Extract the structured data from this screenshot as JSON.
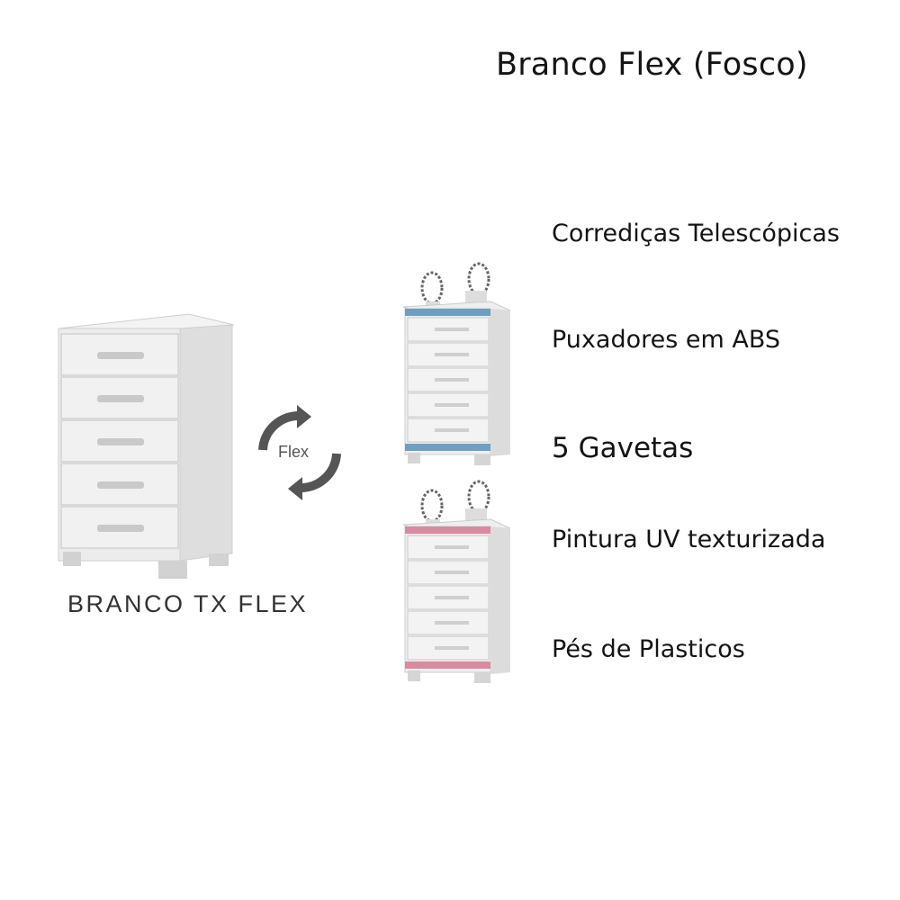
{
  "header": {
    "title": "Branco Flex (Fosco)"
  },
  "main_product": {
    "caption": "BRANCO TX FLEX",
    "drawer_count": 5,
    "color": "#e9e9e9"
  },
  "flex_badge": {
    "label": "Flex",
    "icon": "rotate-arrows-icon",
    "arrow_color": "#555555"
  },
  "variants": [
    {
      "name": "blue-trim-variant",
      "accent_color": "#6f9ec0"
    },
    {
      "name": "pink-trim-variant",
      "accent_color": "#d98aa0"
    }
  ],
  "features": [
    {
      "label": "Corrediças Telescópicas"
    },
    {
      "label": "Puxadores em ABS"
    },
    {
      "label": "5 Gavetas"
    },
    {
      "label": "Pintura UV texturizada"
    },
    {
      "label": "Pés de Plasticos"
    }
  ]
}
